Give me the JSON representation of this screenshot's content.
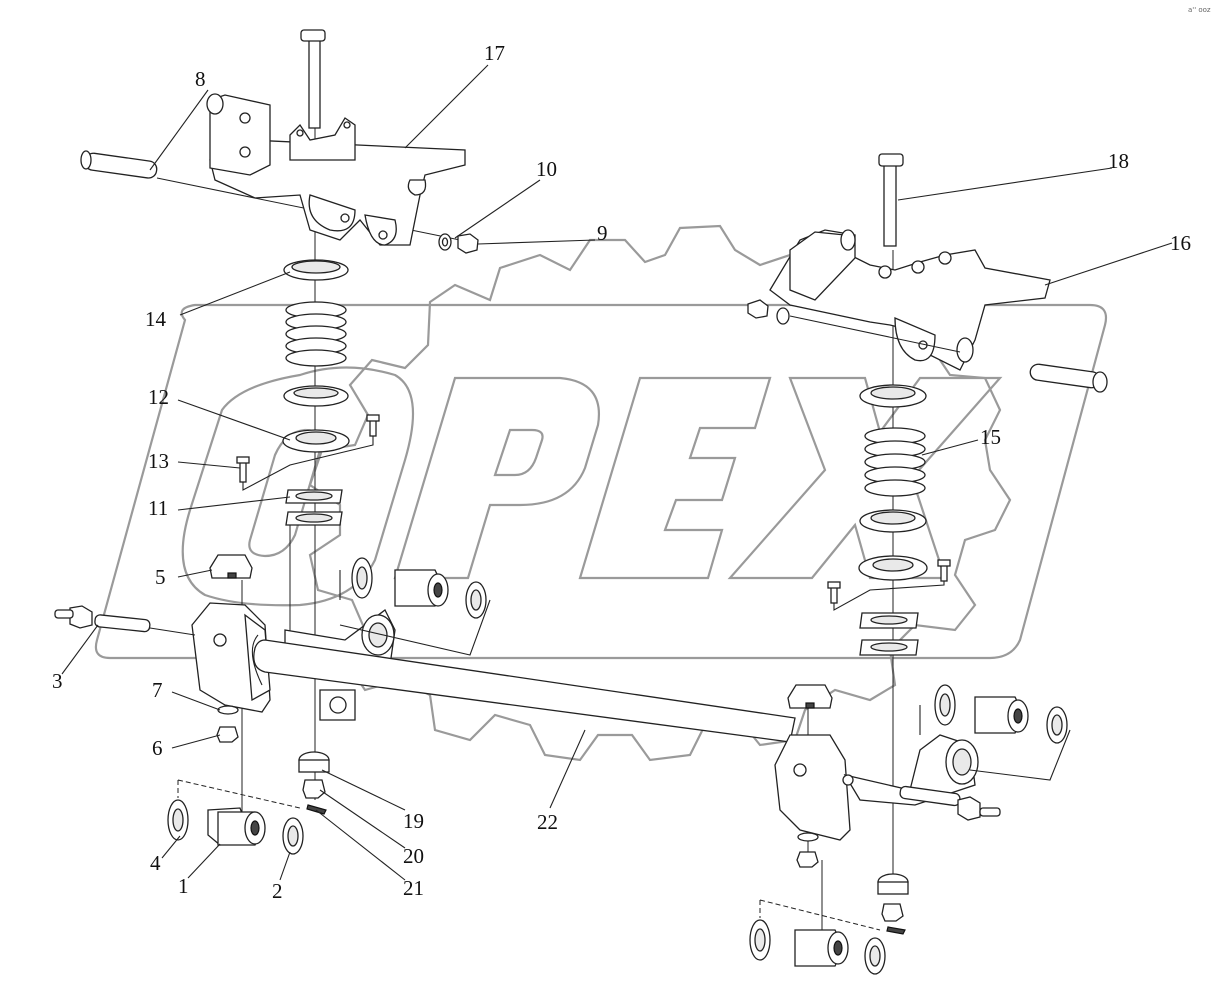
{
  "watermark": {
    "text": "OPEX"
  },
  "corner_mark": "a'' ooz",
  "callouts": [
    "1",
    "2",
    "3",
    "4",
    "5",
    "6",
    "7",
    "8",
    "9",
    "10",
    "11",
    "12",
    "13",
    "14",
    "15",
    "16",
    "17",
    "18",
    "19",
    "20",
    "21",
    "22"
  ]
}
